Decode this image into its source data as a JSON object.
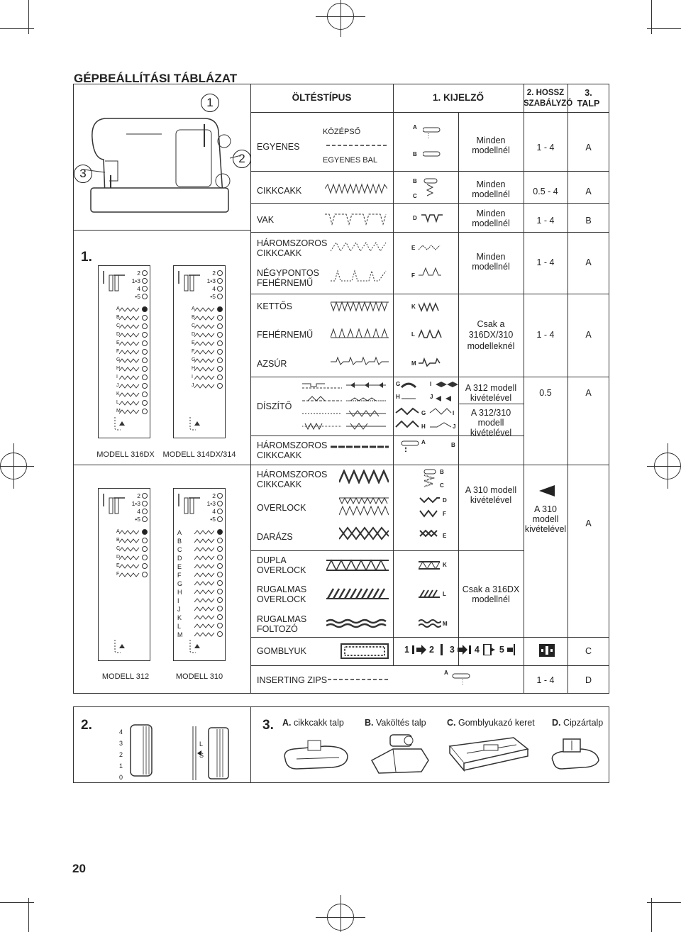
{
  "page_title": "GÉPBEÁLLÍTÁSI TÁBLÁZAT",
  "header": {
    "c1": "1",
    "stitch": "ÖLTÉSTÍPUS",
    "display": "1. KIJELZŐ",
    "len_a": "2. HOSSZ",
    "len_b": "SZABÁLYZÓ",
    "foot_a": "3.",
    "foot_b": "TALP"
  },
  "machine_callouts": {
    "c2": "2",
    "c3": "3"
  },
  "section1_label": "1.",
  "rows": {
    "egyenes": {
      "name": "EGYENES",
      "sub1": "KÖZÉPSŐ",
      "sub2": "EGYENES BAL",
      "l1": "A",
      "l2": "B",
      "model": "Minden modellnél",
      "length": "1 - 4",
      "foot": "A"
    },
    "cikkcakk": {
      "name": "CIKKCAKK",
      "l1": "B",
      "l2": "C",
      "model": "Minden modellnél",
      "length": "0.5 - 4",
      "foot": "A"
    },
    "vak": {
      "name": "VAK",
      "l1": "D",
      "model": "Minden modellnél",
      "length": "1 - 4",
      "foot": "B"
    },
    "harom1": {
      "name1": "HÁROMSZOROS",
      "name2": "CIKKCAKK",
      "name3": "NÉGYPONTOS",
      "name4": "FEHÉRNEMŰ",
      "l1": "E",
      "l2": "F",
      "model": "Minden modellnél",
      "length": "1 - 4",
      "foot": "A"
    },
    "kettos": {
      "name": "KETTŐS",
      "name2": "FEHÉRNEMŰ",
      "name3": "AZSÚR",
      "l1": "K",
      "l2": "L",
      "l3": "M",
      "model1": "Csak a",
      "model2": "316DX/310",
      "model3": "modelleknél",
      "length": "1 - 4",
      "foot": "A"
    },
    "diszito": {
      "name": "DÍSZÍTŐ",
      "l1": "G",
      "l2": "I",
      "l3": "H",
      "l4": "J",
      "l5": "G",
      "l6": "I",
      "l7": "H",
      "l8": "J",
      "m1": "A 312 modell",
      "m2": "kivételével",
      "m3": "A 312/310",
      "m4": "modell",
      "m5": "kivételével",
      "length": "0.5",
      "foot": "A"
    },
    "harom2": {
      "name1": "HÁROMSZOROS",
      "name2": "CIKKCAKK",
      "l1": "A",
      "l2": "B"
    },
    "harom3": {
      "name1": "HÁROMSZOROS",
      "name2": "CIKKCAKK",
      "l1": "B",
      "l2": "C",
      "name3": "OVERLOCK",
      "l3": "D",
      "l4": "F",
      "name4": "DARÁZS",
      "l5": "E",
      "m1": "A 310 modell",
      "m2": "kivételével",
      "lm1": "A 310",
      "lm2": "modell",
      "lm3": "kivételével",
      "foot": "A"
    },
    "dupla": {
      "name1": "DUPLA",
      "name2": "OVERLOCK",
      "l1": "K",
      "name3": "RUGALMAS",
      "name4": "OVERLOCK",
      "l2": "L",
      "name5": "RUGALMAS",
      "name6": "FOLTOZÓ",
      "l3": "M",
      "m1": "Csak a 316DX",
      "m2": "modellnél"
    },
    "gomblyuk": {
      "name": "GOMBLYUK",
      "steps": [
        "1",
        "2",
        "3",
        "4",
        "5"
      ],
      "foot": "C"
    },
    "zips": {
      "name": "INSERTING ZIPS",
      "l1": "A",
      "length": "1 - 4",
      "foot": "D"
    }
  },
  "panels": {
    "p1": {
      "caption": "MODELL 316DX",
      "top": [
        "2",
        "1•3",
        "4",
        "•5"
      ],
      "rows": [
        "A",
        "B",
        "C",
        "D",
        "E",
        "F",
        "G",
        "H",
        "I",
        "J",
        "K",
        "L",
        "M"
      ]
    },
    "p2": {
      "caption": "MODELL 314DX/314",
      "top": [
        "2",
        "1•3",
        "4",
        "•5"
      ],
      "rows": [
        "A",
        "B",
        "C",
        "D",
        "E",
        "F",
        "G",
        "H",
        "I",
        "J"
      ]
    },
    "p3": {
      "caption": "MODELL 312",
      "top": [
        "2",
        "1•3",
        "4",
        "•5"
      ],
      "rows": [
        "A",
        "B",
        "C",
        "D",
        "E",
        "F"
      ]
    },
    "p4": {
      "caption": "MODELL 310",
      "top": [
        "2",
        "1•3",
        "4",
        "•5"
      ],
      "rows": [
        "A",
        "B",
        "C",
        "D",
        "E",
        "F",
        "G",
        "H",
        "I",
        "J",
        "K",
        "L",
        "M"
      ]
    }
  },
  "section2_label": "2.",
  "dial1": [
    "4",
    "3",
    "2",
    "1",
    "0"
  ],
  "dial2": [
    "L",
    "S"
  ],
  "section3": {
    "label": "3.",
    "a_l": "A.",
    "a_t": "cikkcakk talp",
    "b_l": "B.",
    "b_t": "Vaköltés talp",
    "c_l": "C.",
    "c_t": "Gomblyukazó keret",
    "d_l": "D.",
    "d_t": "Cipzártalp"
  },
  "page_number": "20"
}
